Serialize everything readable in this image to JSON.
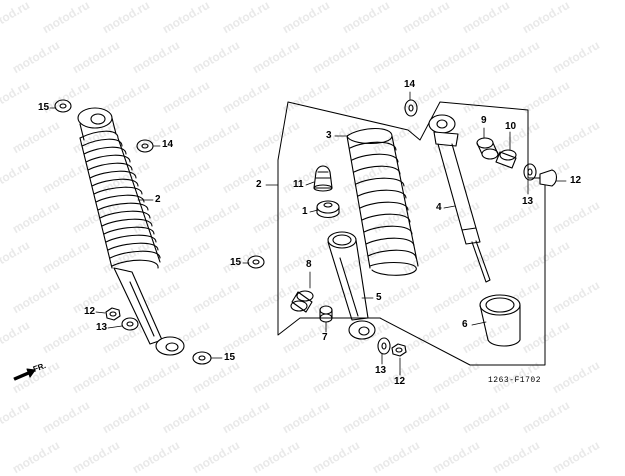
{
  "watermark": "motod.ru",
  "diagram_code": "1263-F1702",
  "front_label": "FR.",
  "labels": {
    "l15a": "15",
    "l14a": "14",
    "l2a": "2",
    "l15b": "15",
    "l12a": "12",
    "l13a": "13",
    "l15c": "15",
    "l14b": "14",
    "l3": "3",
    "l2b": "2",
    "l11": "11",
    "l1": "1",
    "l8": "8",
    "l7": "7",
    "l5": "5",
    "l9": "9",
    "l10": "10",
    "l4": "4",
    "l12b": "12",
    "l13b": "13",
    "l6": "6",
    "l13c": "13",
    "l12c": "12"
  }
}
